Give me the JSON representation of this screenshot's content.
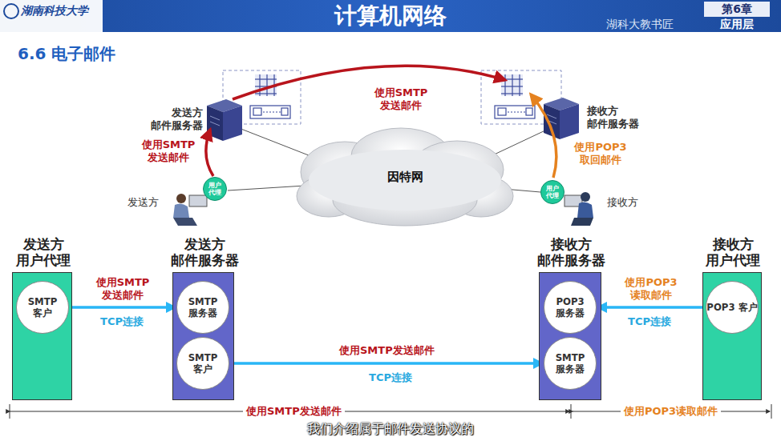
{
  "diagram": {
    "title": "计算机网络",
    "nodes": [
      {
        "text": [
          "发送方 用户代理"
        ]
      },
      {
        "text": [
          "SMTP 客户"
        ],
        "in": 0
      },
      {
        "text": [
          "发送方 邮件服务器"
        ]
      },
      {
        "text": [
          "SMTP 服务器"
        ],
        "in": 2
      },
      {
        "text": [
          "SMTP 客户"
        ],
        "in": 2
      },
      {
        "text": [
          "接收方 邮件服务器"
        ]
      },
      {
        "text": [
          "POP3 服务器"
        ],
        "in": 5
      },
      {
        "text": [
          "SMTP 服务器"
        ],
        "in": 5
      },
      {
        "text": [
          "接收方 用户代理"
        ]
      },
      {
        "text": [
          "POP3 客户"
        ],
        "in": 8
      },
      {
        "text": [
          "用户 代理"
        ]
      },
      {
        "text": [
          "用户 代理"
        ]
      }
    ],
    "edges": [
      {
        "from": 1,
        "to": 3,
        "arrow": "to",
        "label": "使用SMTP 发送邮件"
      },
      {
        "from": 4,
        "to": 7,
        "arrow": "to",
        "label": "使用SMTP发送邮件"
      },
      {
        "from": 9,
        "to": 6,
        "arrow": "to",
        "label": "使用POP3 读取邮件"
      }
    ],
    "labels": [
      "湖南科技大学",
      "第6章",
      "应用层",
      "湖科大教书匠",
      "6.6 电子邮件",
      "发送方 邮件服务器",
      "接收方 邮件服务器",
      "使用SMTP 发送邮件",
      "使用SMTP 发送邮件",
      "使用POP3 取回邮件",
      "因特网",
      "发送方",
      "接收方",
      "TCP连接",
      "TCP连接",
      "TCP连接",
      "使用SMTP发送邮件",
      "使用POP3读取邮件",
      "我们介绍属于邮件发送协议的"
    ]
  }
}
